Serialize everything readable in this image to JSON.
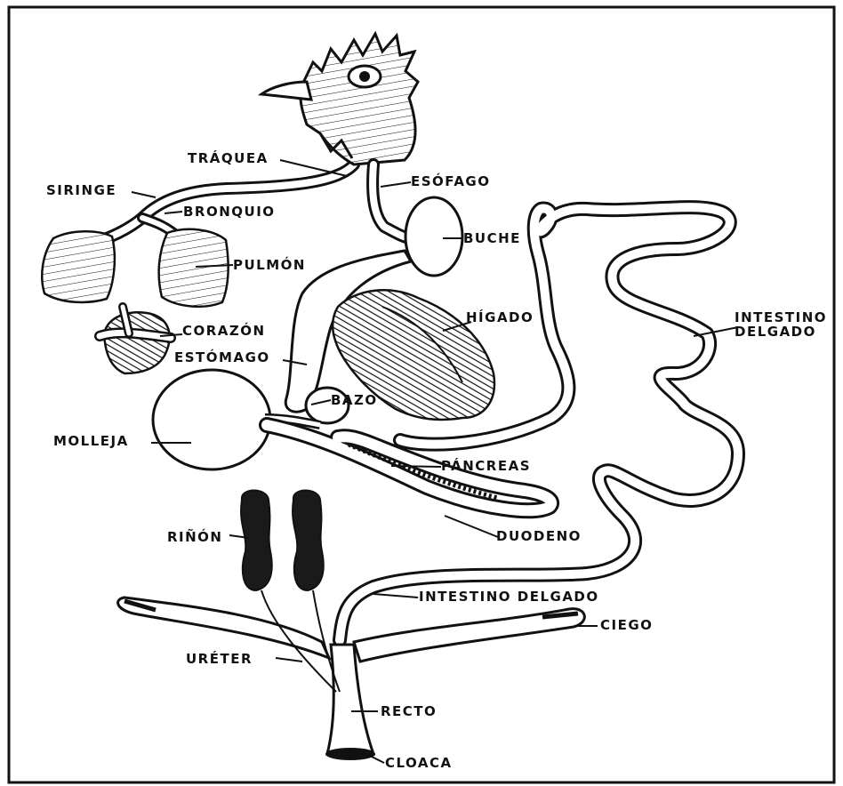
{
  "diagram": {
    "labels": {
      "traquea": "TRÁQUEA",
      "siringe": "SIRINGE",
      "bronquio": "BRONQUIO",
      "pulmon": "PULMÓN",
      "corazon": "CORAZÓN",
      "estomago": "ESTÓMAGO",
      "molleja": "MOLLEJA",
      "esofago": "ESÓFAGO",
      "buche": "BUCHE",
      "higado": "HÍGADO",
      "intestino_delgado_right_1": "INTESTINO",
      "intestino_delgado_right_2": "DELGADO",
      "bazo": "BAZO",
      "pancreas": "PÁNCREAS",
      "duodeno": "DUODENO",
      "rinon": "RIÑÓN",
      "intestino_delgado_bottom": "INTESTINO DELGADO",
      "ciego": "CIEGO",
      "ureter": "URÉTER",
      "recto": "RECTO",
      "cloaca": "CLOACA"
    }
  }
}
